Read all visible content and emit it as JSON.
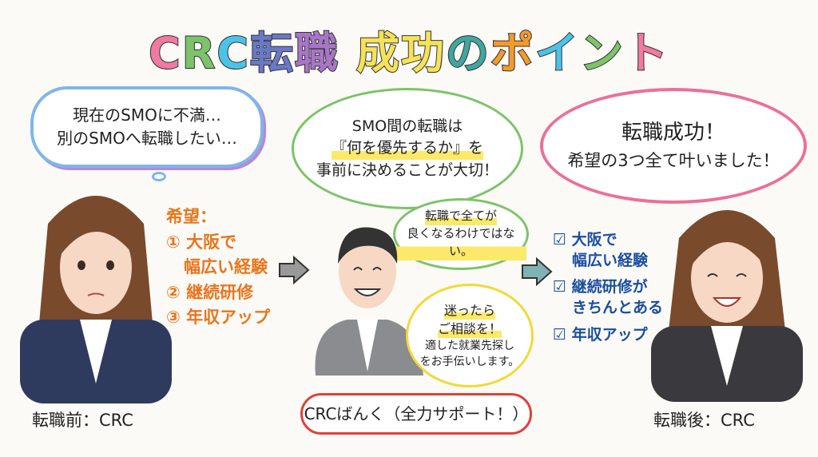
{
  "title": {
    "chars": [
      {
        "t": "C",
        "c": "#f07aa0"
      },
      {
        "t": "R",
        "c": "#7cc36a"
      },
      {
        "t": "C",
        "c": "#4cc3e6"
      },
      {
        "t": "転",
        "c": "#6a78c8"
      },
      {
        "t": "職",
        "c": "#a875c8"
      },
      {
        "t": " ",
        "c": "#000"
      },
      {
        "t": "成",
        "c": "#f6e256"
      },
      {
        "t": "功",
        "c": "#f6e256"
      },
      {
        "t": "の",
        "c": "#3fa7a0"
      },
      {
        "t": "ポ",
        "c": "#f39a2c"
      },
      {
        "t": "イ",
        "c": "#4cc3e6"
      },
      {
        "t": "ン",
        "c": "#7cc36a"
      },
      {
        "t": "ト",
        "c": "#f07aa0"
      }
    ]
  },
  "before": {
    "thought": [
      "現在のSMOに不満…",
      "別のSMOへ転職したい…"
    ],
    "hopes_label": "希望：",
    "hopes": [
      "① 大阪で",
      "幅広い経験",
      "② 継続研修",
      "③ 年収アップ"
    ],
    "label": "転職前：CRC"
  },
  "advisor": {
    "main": [
      "SMO間の転職は",
      "『何を優先するか』を",
      "事前に決めることが大切！"
    ],
    "caution": [
      "転職で全てが",
      "良くなるわけではない。"
    ],
    "invite": [
      "迷ったら",
      "ご相談を！",
      "適した就業先探し",
      "をお手伝いします。"
    ],
    "name": "CRCばんく（全力サポート！）"
  },
  "after": {
    "speech": [
      "転職成功！",
      "希望の3つ全て叶いました！"
    ],
    "checks": [
      "大阪で",
      "幅広い経験",
      "継続研修が",
      "きちんとある",
      "年収アップ"
    ],
    "label": "転職後：CRC"
  },
  "colors": {
    "orange": "#e8761e",
    "blue": "#1a4fa0",
    "green": "#7cc36a",
    "pink": "#ec6f9a",
    "yellow": "#f2d93a",
    "red": "#e0403a"
  }
}
